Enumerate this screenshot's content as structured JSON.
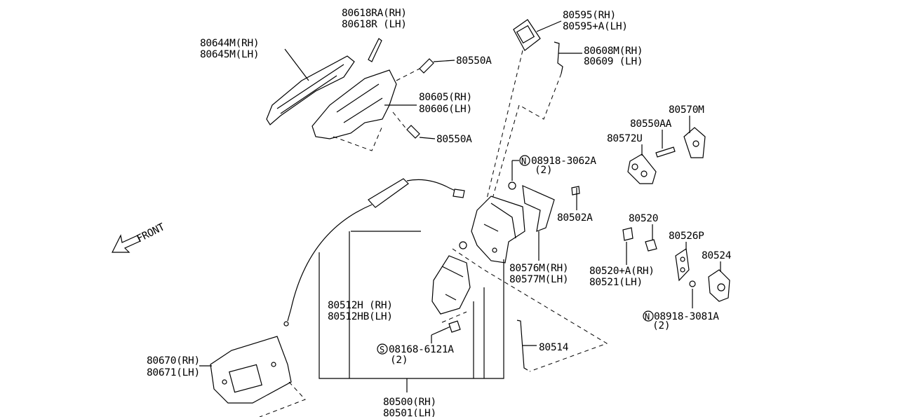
{
  "direction_label": "FRONT",
  "labels": {
    "p80618": [
      "80618RA(RH)",
      "80618R (LH)"
    ],
    "p80644": [
      "80644M(RH)",
      "80645M(LH)"
    ],
    "p80550a_top": "80550A",
    "p80605": [
      "80605(RH)",
      "80606(LH)"
    ],
    "p80550a_bot": "80550A",
    "p80595": [
      "80595(RH)",
      "80595+A(LH)"
    ],
    "p80608": [
      "80608M(RH)",
      "80609 (LH)"
    ],
    "p80570m": "80570M",
    "p80550aa": "80550AA",
    "p80572u": "80572U",
    "p08918_3062": {
      "prefix": "N",
      "number": "08918-3062A",
      "qty": "(2)"
    },
    "p80502a": "80502A",
    "p80520": "80520",
    "p80526p": "80526P",
    "p80524": "80524",
    "p80576": [
      "80576M(RH)",
      "80577M(LH)"
    ],
    "p80520a": [
      "80520+A(RH)",
      "80521(LH)"
    ],
    "p08918_3081": {
      "prefix": "N",
      "number": "08918-3081A",
      "qty": "(2)"
    },
    "p80512": [
      "80512H (RH)",
      "80512HB(LH)"
    ],
    "p80514": "80514",
    "p08168": {
      "prefix": "S",
      "number": "08168-6121A",
      "qty": "(2)"
    },
    "p80670": [
      "80670(RH)",
      "80671(LH)"
    ],
    "p80500": [
      "80500(RH)",
      "80501(LH)"
    ]
  }
}
